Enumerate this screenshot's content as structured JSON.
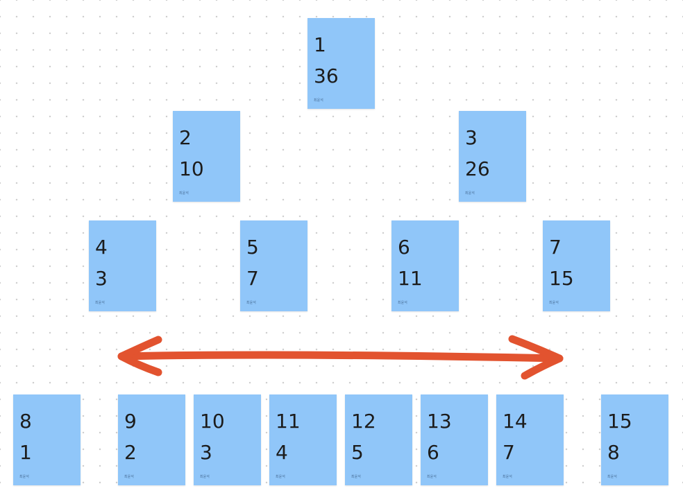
{
  "notes": [
    {
      "id": "1",
      "value": "36",
      "author": "최윤석"
    },
    {
      "id": "2",
      "value": "10",
      "author": "최윤석"
    },
    {
      "id": "3",
      "value": "26",
      "author": "최윤석"
    },
    {
      "id": "4",
      "value": "3",
      "author": "최윤석"
    },
    {
      "id": "5",
      "value": "7",
      "author": "최윤석"
    },
    {
      "id": "6",
      "value": "11",
      "author": "최윤석"
    },
    {
      "id": "7",
      "value": "15",
      "author": "최윤석"
    },
    {
      "id": "8",
      "value": "1",
      "author": "최윤석"
    },
    {
      "id": "9",
      "value": "2",
      "author": "최윤석"
    },
    {
      "id": "10",
      "value": "3",
      "author": "최윤석"
    },
    {
      "id": "11",
      "value": "4",
      "author": "최윤석"
    },
    {
      "id": "12",
      "value": "5",
      "author": "최윤석"
    },
    {
      "id": "13",
      "value": "6",
      "author": "최윤석"
    },
    {
      "id": "14",
      "value": "7",
      "author": "최윤석"
    },
    {
      "id": "15",
      "value": "8",
      "author": "최윤석"
    }
  ],
  "colors": {
    "note_fill": "#90c6f9",
    "arrow": "#e2532f",
    "text": "#1c1c1c"
  }
}
